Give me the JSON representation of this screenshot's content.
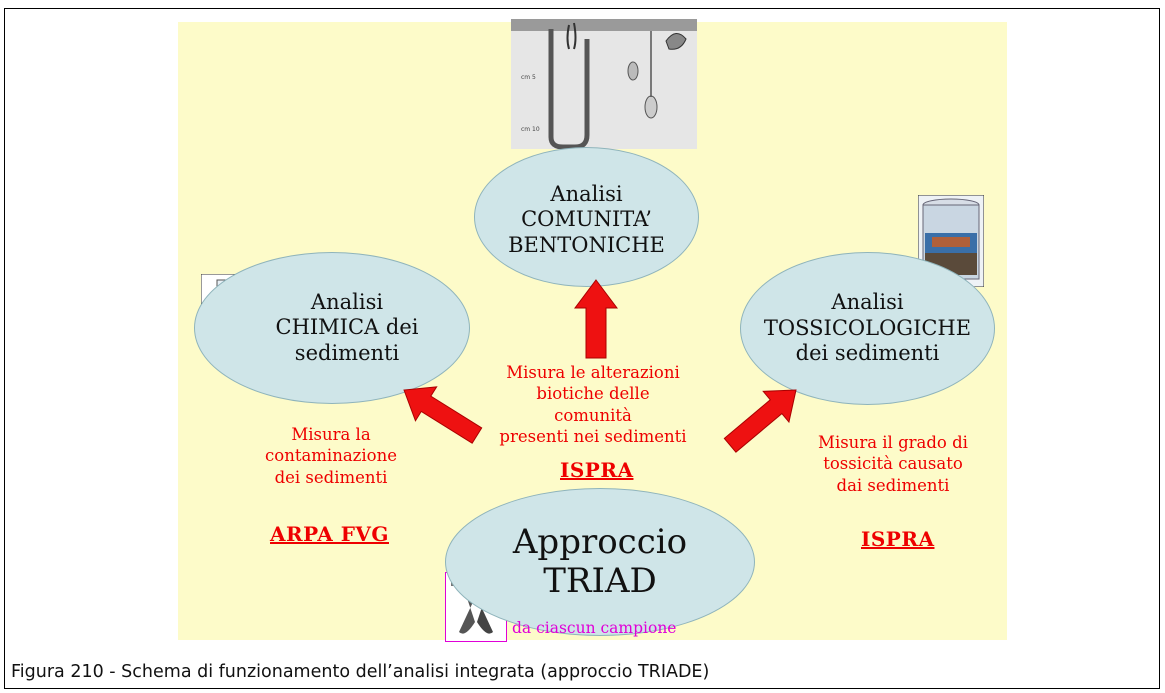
{
  "diagram": {
    "top_node": {
      "lines": [
        "Analisi",
        "COMUNITA’",
        "BENTONICHE"
      ]
    },
    "left_node": {
      "lines": [
        "Analisi",
        "CHIMICA dei",
        "sedimenti"
      ]
    },
    "right_node": {
      "lines": [
        "Analisi",
        "TOSSICOLOGICHE",
        "dei sedimenti"
      ]
    },
    "center_node": {
      "lines": [
        "Approccio",
        "TRIAD"
      ]
    },
    "center_note": {
      "lines": [
        "Misura le alterazioni",
        "biotiche delle comunità",
        "presenti nei sedimenti"
      ]
    },
    "center_label": "ISPRA",
    "left_note": {
      "lines": [
        "Misura la",
        "contaminazione",
        "dei sedimenti"
      ]
    },
    "left_label": "ARPA FVG",
    "right_note": {
      "lines": [
        "Misura il grado di",
        "tossicità causato",
        "dai sedimenti"
      ]
    },
    "right_label": "ISPRA",
    "sample_note": "da ciascun campione",
    "colors": {
      "background": "#fdfbc9",
      "node_fill": "#cfe5e8",
      "arrow": "#ee1111",
      "note_text": "#ee0000",
      "sample_text": "#e000d8"
    }
  },
  "caption": "Figura 210 - Schema di funzionamento dell’analisi integrata (approccio TRIADE)"
}
